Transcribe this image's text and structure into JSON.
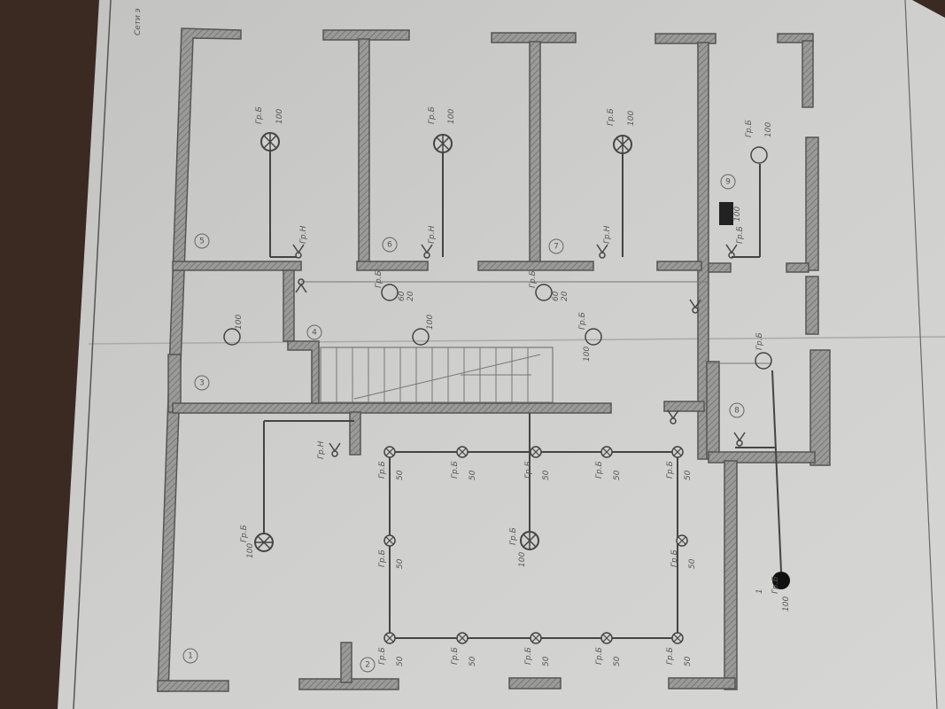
{
  "header": {
    "title": "Сети э"
  },
  "rooms": [
    "1",
    "2",
    "3",
    "4",
    "5",
    "6",
    "7",
    "8",
    "9"
  ],
  "labels": {
    "group": "Гр.Б",
    "group_n": "Гр.Н",
    "one": "1",
    "w50": "50",
    "w100": "100",
    "w60": "60",
    "w20": "20"
  },
  "colors": {
    "paper": "#c9c9c7",
    "wall": "#8a8a88",
    "background": "#3a2a22"
  }
}
